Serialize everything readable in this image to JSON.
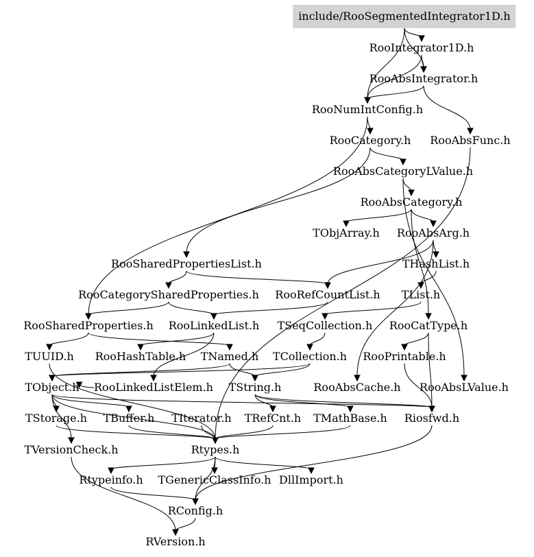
{
  "graph": {
    "nodes": [
      {
        "id": "root",
        "label": "include/RooSegmentedIntegrator1D.h",
        "root": true
      },
      {
        "id": "RooIntegrator1D",
        "label": "RooIntegrator1D.h"
      },
      {
        "id": "RooAbsIntegrator",
        "label": "RooAbsIntegrator.h"
      },
      {
        "id": "RooNumIntConfig",
        "label": "RooNumIntConfig.h"
      },
      {
        "id": "RooCategory",
        "label": "RooCategory.h"
      },
      {
        "id": "RooAbsFunc",
        "label": "RooAbsFunc.h"
      },
      {
        "id": "RooAbsCategoryLValue",
        "label": "RooAbsCategoryLValue.h"
      },
      {
        "id": "RooAbsCategory",
        "label": "RooAbsCategory.h"
      },
      {
        "id": "TObjArray",
        "label": "TObjArray.h"
      },
      {
        "id": "RooAbsArg",
        "label": "RooAbsArg.h"
      },
      {
        "id": "RooSharedPropertiesList",
        "label": "RooSharedPropertiesList.h"
      },
      {
        "id": "THashList",
        "label": "THashList.h"
      },
      {
        "id": "RooCategorySharedProperties",
        "label": "RooCategorySharedProperties.h"
      },
      {
        "id": "RooRefCountList",
        "label": "RooRefCountList.h"
      },
      {
        "id": "TList",
        "label": "TList.h"
      },
      {
        "id": "RooSharedProperties",
        "label": "RooSharedProperties.h"
      },
      {
        "id": "RooLinkedList",
        "label": "RooLinkedList.h"
      },
      {
        "id": "TSeqCollection",
        "label": "TSeqCollection.h"
      },
      {
        "id": "RooCatType",
        "label": "RooCatType.h"
      },
      {
        "id": "TUUID",
        "label": "TUUID.h"
      },
      {
        "id": "RooHashTable",
        "label": "RooHashTable.h"
      },
      {
        "id": "TNamed",
        "label": "TNamed.h"
      },
      {
        "id": "TCollection",
        "label": "TCollection.h"
      },
      {
        "id": "RooPrintable",
        "label": "RooPrintable.h"
      },
      {
        "id": "TObject",
        "label": "TObject.h"
      },
      {
        "id": "RooLinkedListElem",
        "label": "RooLinkedListElem.h"
      },
      {
        "id": "TString",
        "label": "TString.h"
      },
      {
        "id": "RooAbsCache",
        "label": "RooAbsCache.h"
      },
      {
        "id": "RooAbsLValue",
        "label": "RooAbsLValue.h"
      },
      {
        "id": "TStorage",
        "label": "TStorage.h"
      },
      {
        "id": "TBuffer",
        "label": "TBuffer.h"
      },
      {
        "id": "TIterator",
        "label": "TIterator.h"
      },
      {
        "id": "TRefCnt",
        "label": "TRefCnt.h"
      },
      {
        "id": "TMathBase",
        "label": "TMathBase.h"
      },
      {
        "id": "Riosfwd",
        "label": "Riosfwd.h"
      },
      {
        "id": "TVersionCheck",
        "label": "TVersionCheck.h"
      },
      {
        "id": "Rtypes",
        "label": "Rtypes.h"
      },
      {
        "id": "Rtypeinfo",
        "label": "Rtypeinfo.h"
      },
      {
        "id": "TGenericClassInfo",
        "label": "TGenericClassInfo.h"
      },
      {
        "id": "DllImport",
        "label": "DllImport.h"
      },
      {
        "id": "RConfig",
        "label": "RConfig.h"
      },
      {
        "id": "RVersion",
        "label": "RVersion.h"
      }
    ],
    "edges": [
      [
        "root",
        "RooIntegrator1D"
      ],
      [
        "root",
        "RooAbsIntegrator"
      ],
      [
        "root",
        "RooNumIntConfig"
      ],
      [
        "RooIntegrator1D",
        "RooAbsIntegrator"
      ],
      [
        "RooIntegrator1D",
        "RooNumIntConfig"
      ],
      [
        "RooAbsIntegrator",
        "RooNumIntConfig"
      ],
      [
        "RooAbsIntegrator",
        "RooAbsFunc"
      ],
      [
        "RooNumIntConfig",
        "RooCategory"
      ],
      [
        "RooNumIntConfig",
        "RooSharedProperties"
      ],
      [
        "RooCategory",
        "RooAbsCategoryLValue"
      ],
      [
        "RooCategory",
        "RooSharedPropertiesList"
      ],
      [
        "RooAbsFunc",
        "Rtypes"
      ],
      [
        "RooAbsCategoryLValue",
        "RooAbsCategory"
      ],
      [
        "RooAbsCategoryLValue",
        "RooAbsLValue"
      ],
      [
        "RooAbsCategory",
        "TObjArray"
      ],
      [
        "RooAbsCategory",
        "RooAbsArg"
      ],
      [
        "RooAbsCategory",
        "RooCatType"
      ],
      [
        "RooAbsArg",
        "THashList"
      ],
      [
        "RooAbsArg",
        "RooRefCountList"
      ],
      [
        "RooAbsArg",
        "RooAbsCache"
      ],
      [
        "RooSharedPropertiesList",
        "RooRefCountList"
      ],
      [
        "RooSharedPropertiesList",
        "RooCategorySharedProperties"
      ],
      [
        "THashList",
        "TList"
      ],
      [
        "RooRefCountList",
        "RooLinkedList"
      ],
      [
        "TList",
        "TSeqCollection"
      ],
      [
        "RooCategorySharedProperties",
        "RooSharedProperties"
      ],
      [
        "RooCategorySharedProperties",
        "RooLinkedList"
      ],
      [
        "RooSharedProperties",
        "TNamed"
      ],
      [
        "RooSharedProperties",
        "TUUID"
      ],
      [
        "RooLinkedList",
        "RooHashTable"
      ],
      [
        "RooLinkedList",
        "RooLinkedListElem"
      ],
      [
        "TSeqCollection",
        "TCollection"
      ],
      [
        "RooCatType",
        "RooPrintable"
      ],
      [
        "RooCatType",
        "Riosfwd"
      ],
      [
        "TUUID",
        "Rtypes"
      ],
      [
        "TNamed",
        "TObject"
      ],
      [
        "TNamed",
        "TString"
      ],
      [
        "TCollection",
        "TObject"
      ],
      [
        "TCollection",
        "TString"
      ],
      [
        "RooPrintable",
        "Riosfwd"
      ],
      [
        "TObject",
        "TStorage"
      ],
      [
        "TObject",
        "TBuffer"
      ],
      [
        "TObject",
        "Rtypes"
      ],
      [
        "TObject",
        "Riosfwd"
      ],
      [
        "TObject",
        "TVersionCheck"
      ],
      [
        "RooLinkedListElem",
        "TObject"
      ],
      [
        "TString",
        "TRefCnt"
      ],
      [
        "TString",
        "TMathBase"
      ],
      [
        "TString",
        "Riosfwd"
      ],
      [
        "TIterator",
        "Rtypes"
      ],
      [
        "TStorage",
        "Rtypes"
      ],
      [
        "TBuffer",
        "Rtypes"
      ],
      [
        "TRefCnt",
        "Rtypes"
      ],
      [
        "TMathBase",
        "Rtypes"
      ],
      [
        "Riosfwd",
        "RConfig"
      ],
      [
        "TVersionCheck",
        "RVersion"
      ],
      [
        "Rtypes",
        "Rtypeinfo"
      ],
      [
        "Rtypes",
        "TGenericClassInfo"
      ],
      [
        "Rtypes",
        "DllImport"
      ],
      [
        "Rtypes",
        "RConfig"
      ],
      [
        "Rtypeinfo",
        "RConfig"
      ],
      [
        "RConfig",
        "RVersion"
      ]
    ]
  }
}
